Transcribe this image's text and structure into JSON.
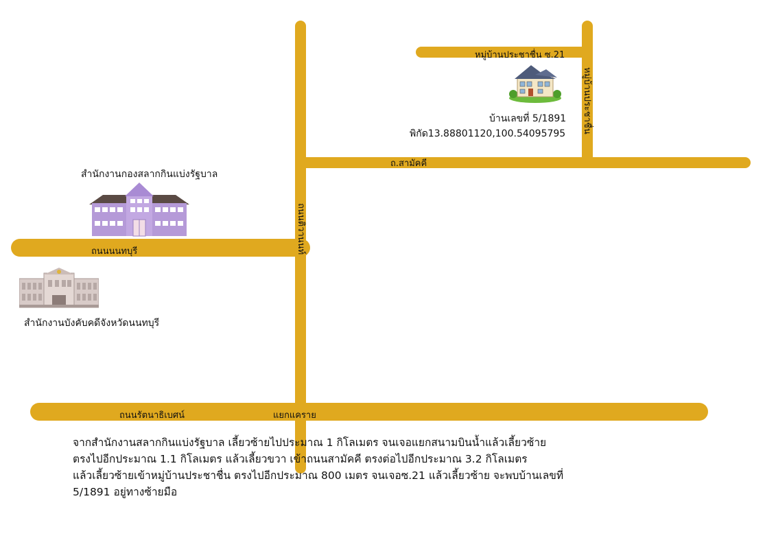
{
  "roads": {
    "main_vertical": "ถนนติวานนท์",
    "samakkhi": "ถ.สามัคคี",
    "nonthaburi": "ถนนนนทบุรี",
    "rattanathibet": "ถนนรัตนาธิเบศน์",
    "village_road_top": "หมู่บ้านประชาชื่น ซ.21",
    "village_road_side": "หมู่บ้านประชาชื่น",
    "intersection": "แยกแคราย"
  },
  "places": {
    "lottery_office": "สำนักงานกองสลากกินแบ่งรัฐบาล",
    "enforcement_office": "สำนักงานบังคับคดีจังหวัดนนทบุรี",
    "house_number": "บ้านเลขที่ 5/1891",
    "house_coords": "พิกัด13.88801120,100.54095795"
  },
  "directions": [
    "จากสำนักงานสลากกินแบ่งรัฐบาล เลี้ยวซ้ายไปประมาณ 1 กิโลเมตร จนเจอแยกสนามบินน้ำแล้วเลี้ยวซ้าย",
    "ตรงไปอีกประมาณ 1.1 กิโลเมตร แล้วเลี้ยวขวา เข้าถนนสามัคคี ตรงต่อไปอีกประมาณ 3.2 กิโลเมตร",
    "แล้วเลี้ยวซ้ายเข้าหมู่บ้านประชาชื่น ตรงไปอีกประมาณ 800 เมตร จนเจอซ.21 แล้วเลี้ยวซ้าย จะพบบ้านเลขที่",
    "5/1891 อยู่ทางซ้ายมือ"
  ],
  "colors": {
    "road": "#e0a91f",
    "lottery_building": "#b59ad8",
    "enforcement_building": "#cfc2c0"
  }
}
